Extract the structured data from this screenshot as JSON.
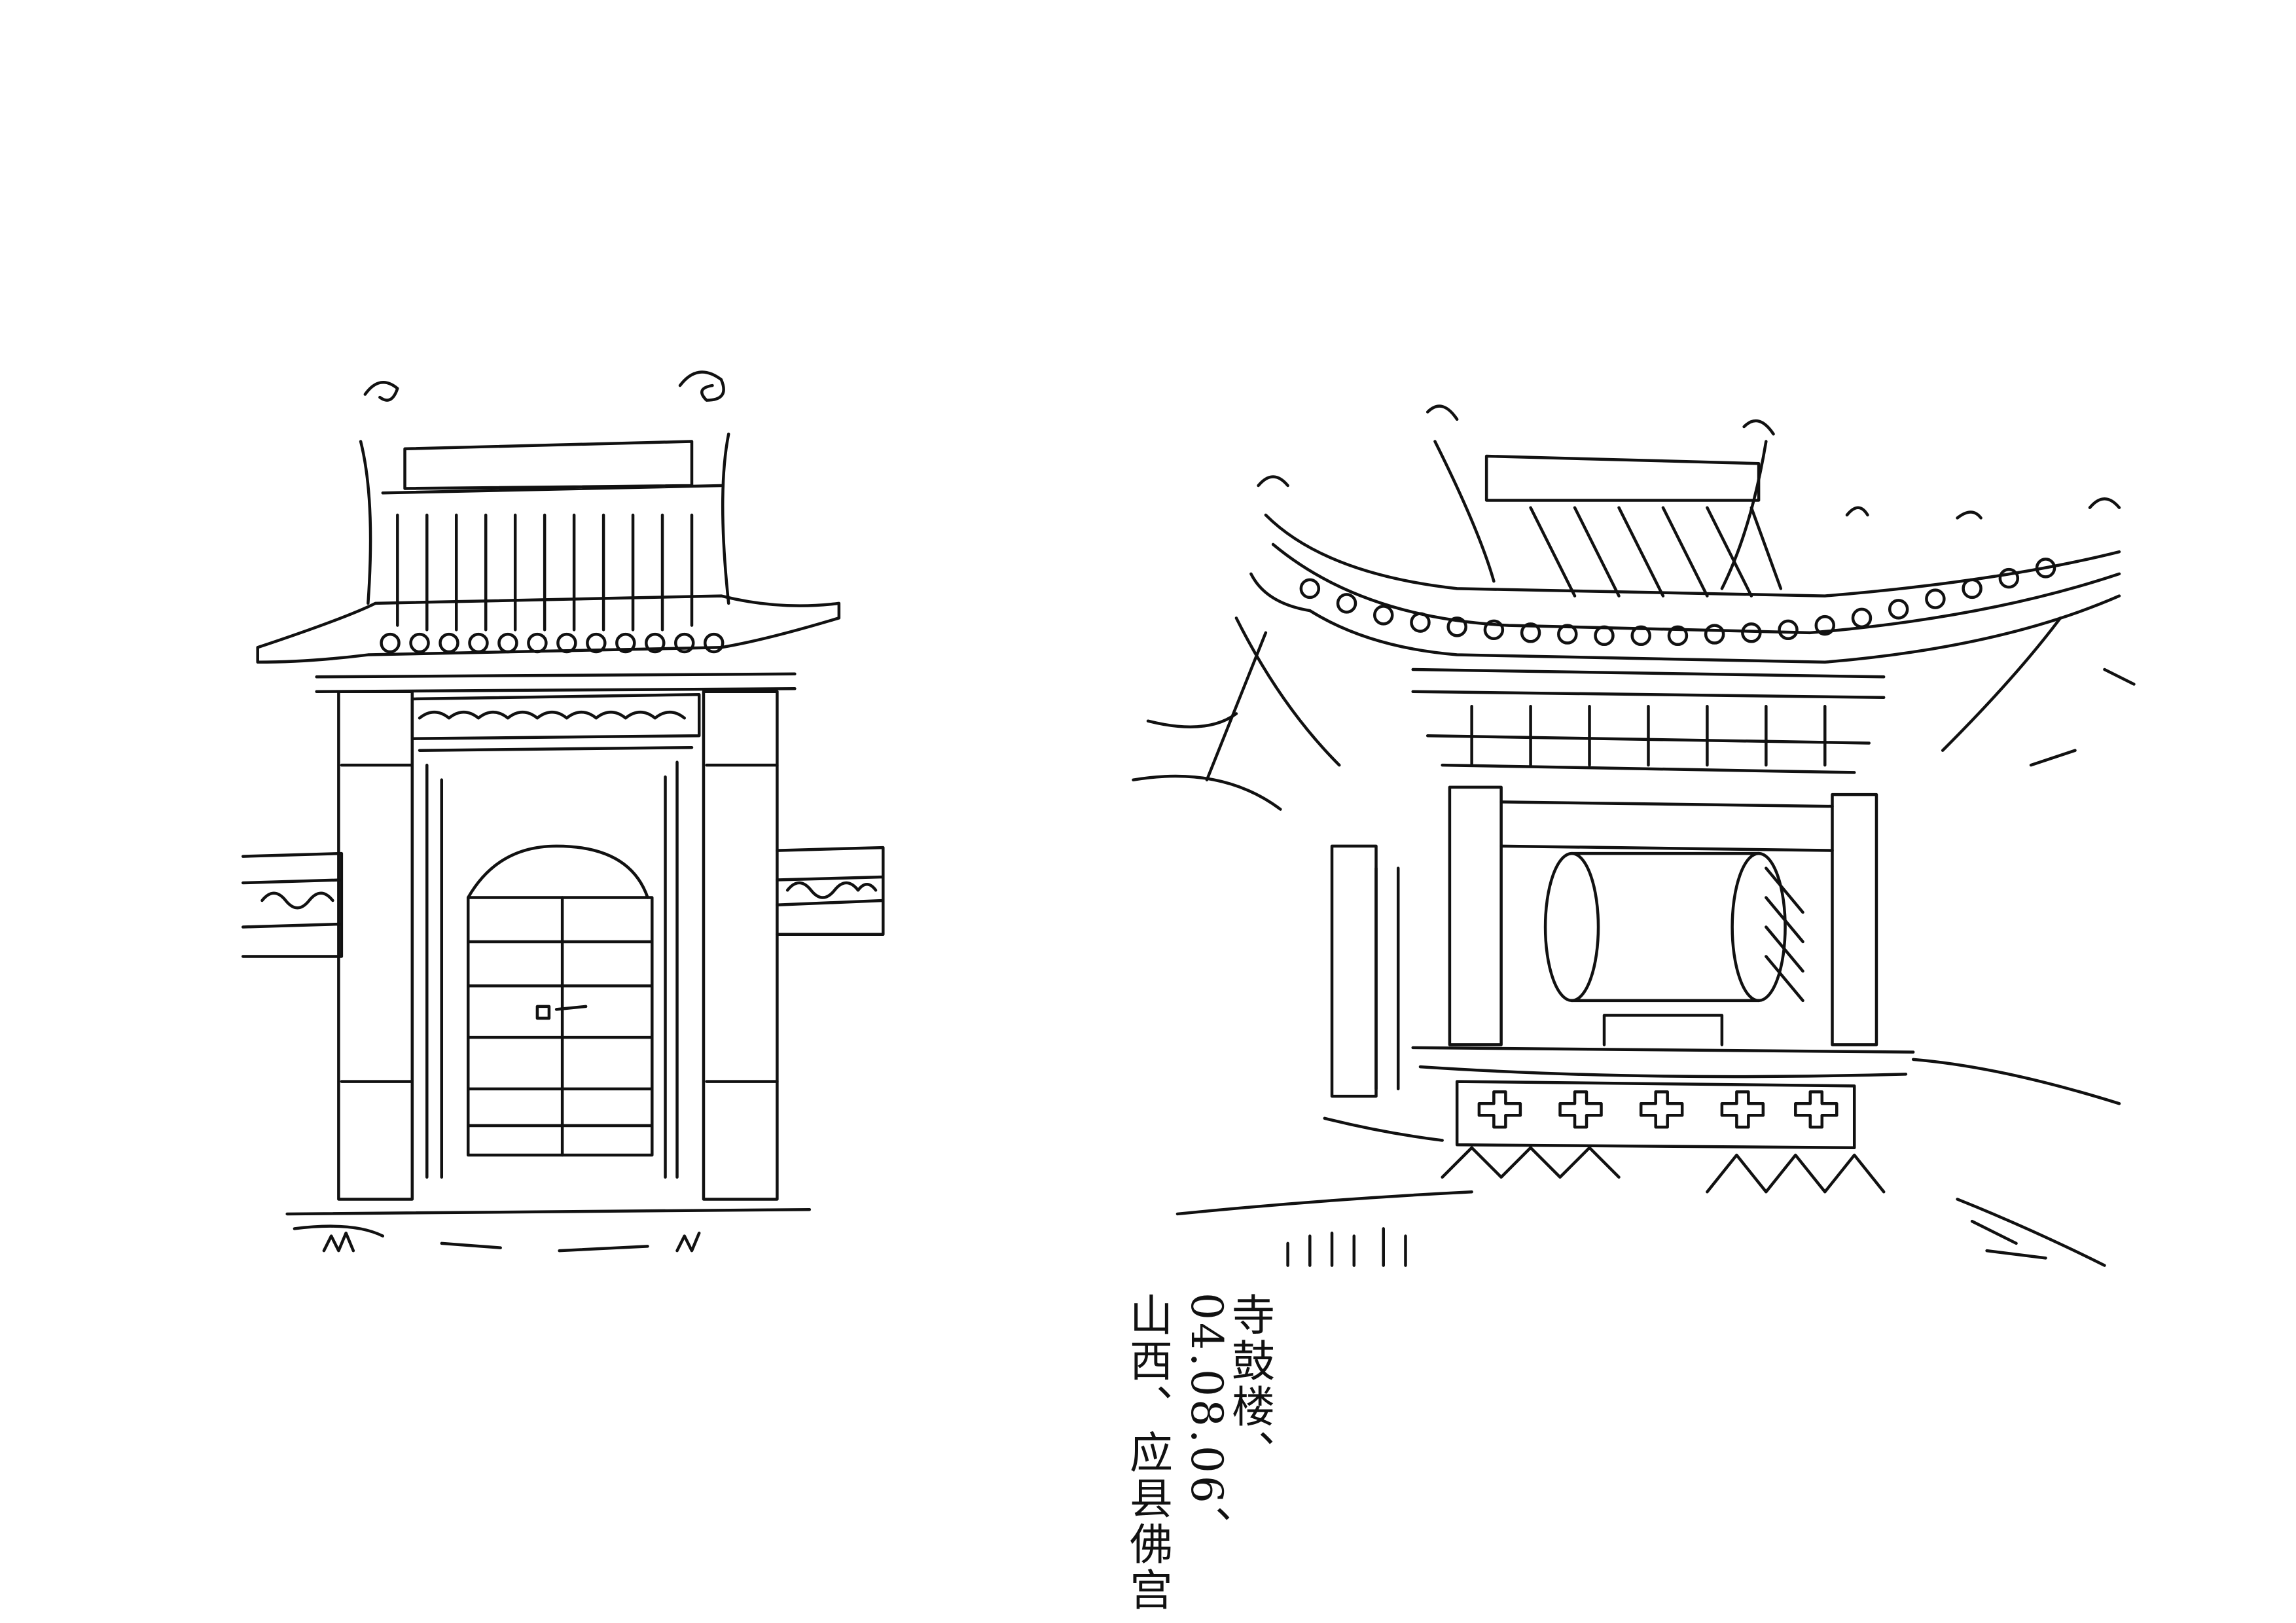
{
  "caption": {
    "location": "山西、应县佛宫",
    "subject_date": "寺鼓楼、04.08.06、"
  },
  "sketches": [
    "gate-sketch",
    "drum-tower-sketch"
  ],
  "colors": {
    "ink": "#111111",
    "paper": "#ffffff"
  }
}
